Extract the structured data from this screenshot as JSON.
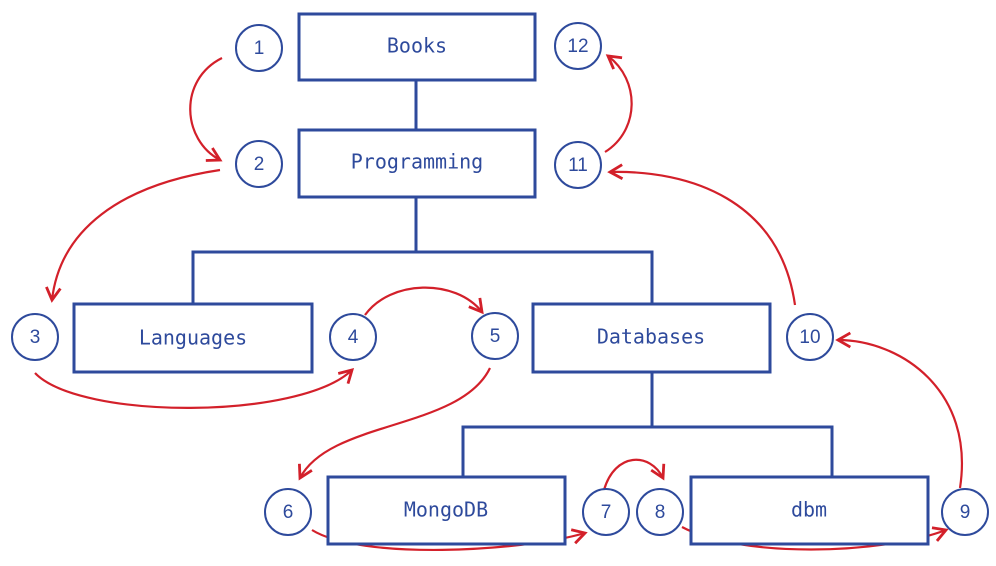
{
  "colors": {
    "node": "#2e4a9c",
    "arrow": "#d3202a"
  },
  "nodes": {
    "books": "Books",
    "programming": "Programming",
    "languages": "Languages",
    "databases": "Databases",
    "mongodb": "MongoDB",
    "dbm": "dbm"
  },
  "steps": [
    "1",
    "2",
    "3",
    "4",
    "5",
    "6",
    "7",
    "8",
    "9",
    "10",
    "11",
    "12"
  ]
}
